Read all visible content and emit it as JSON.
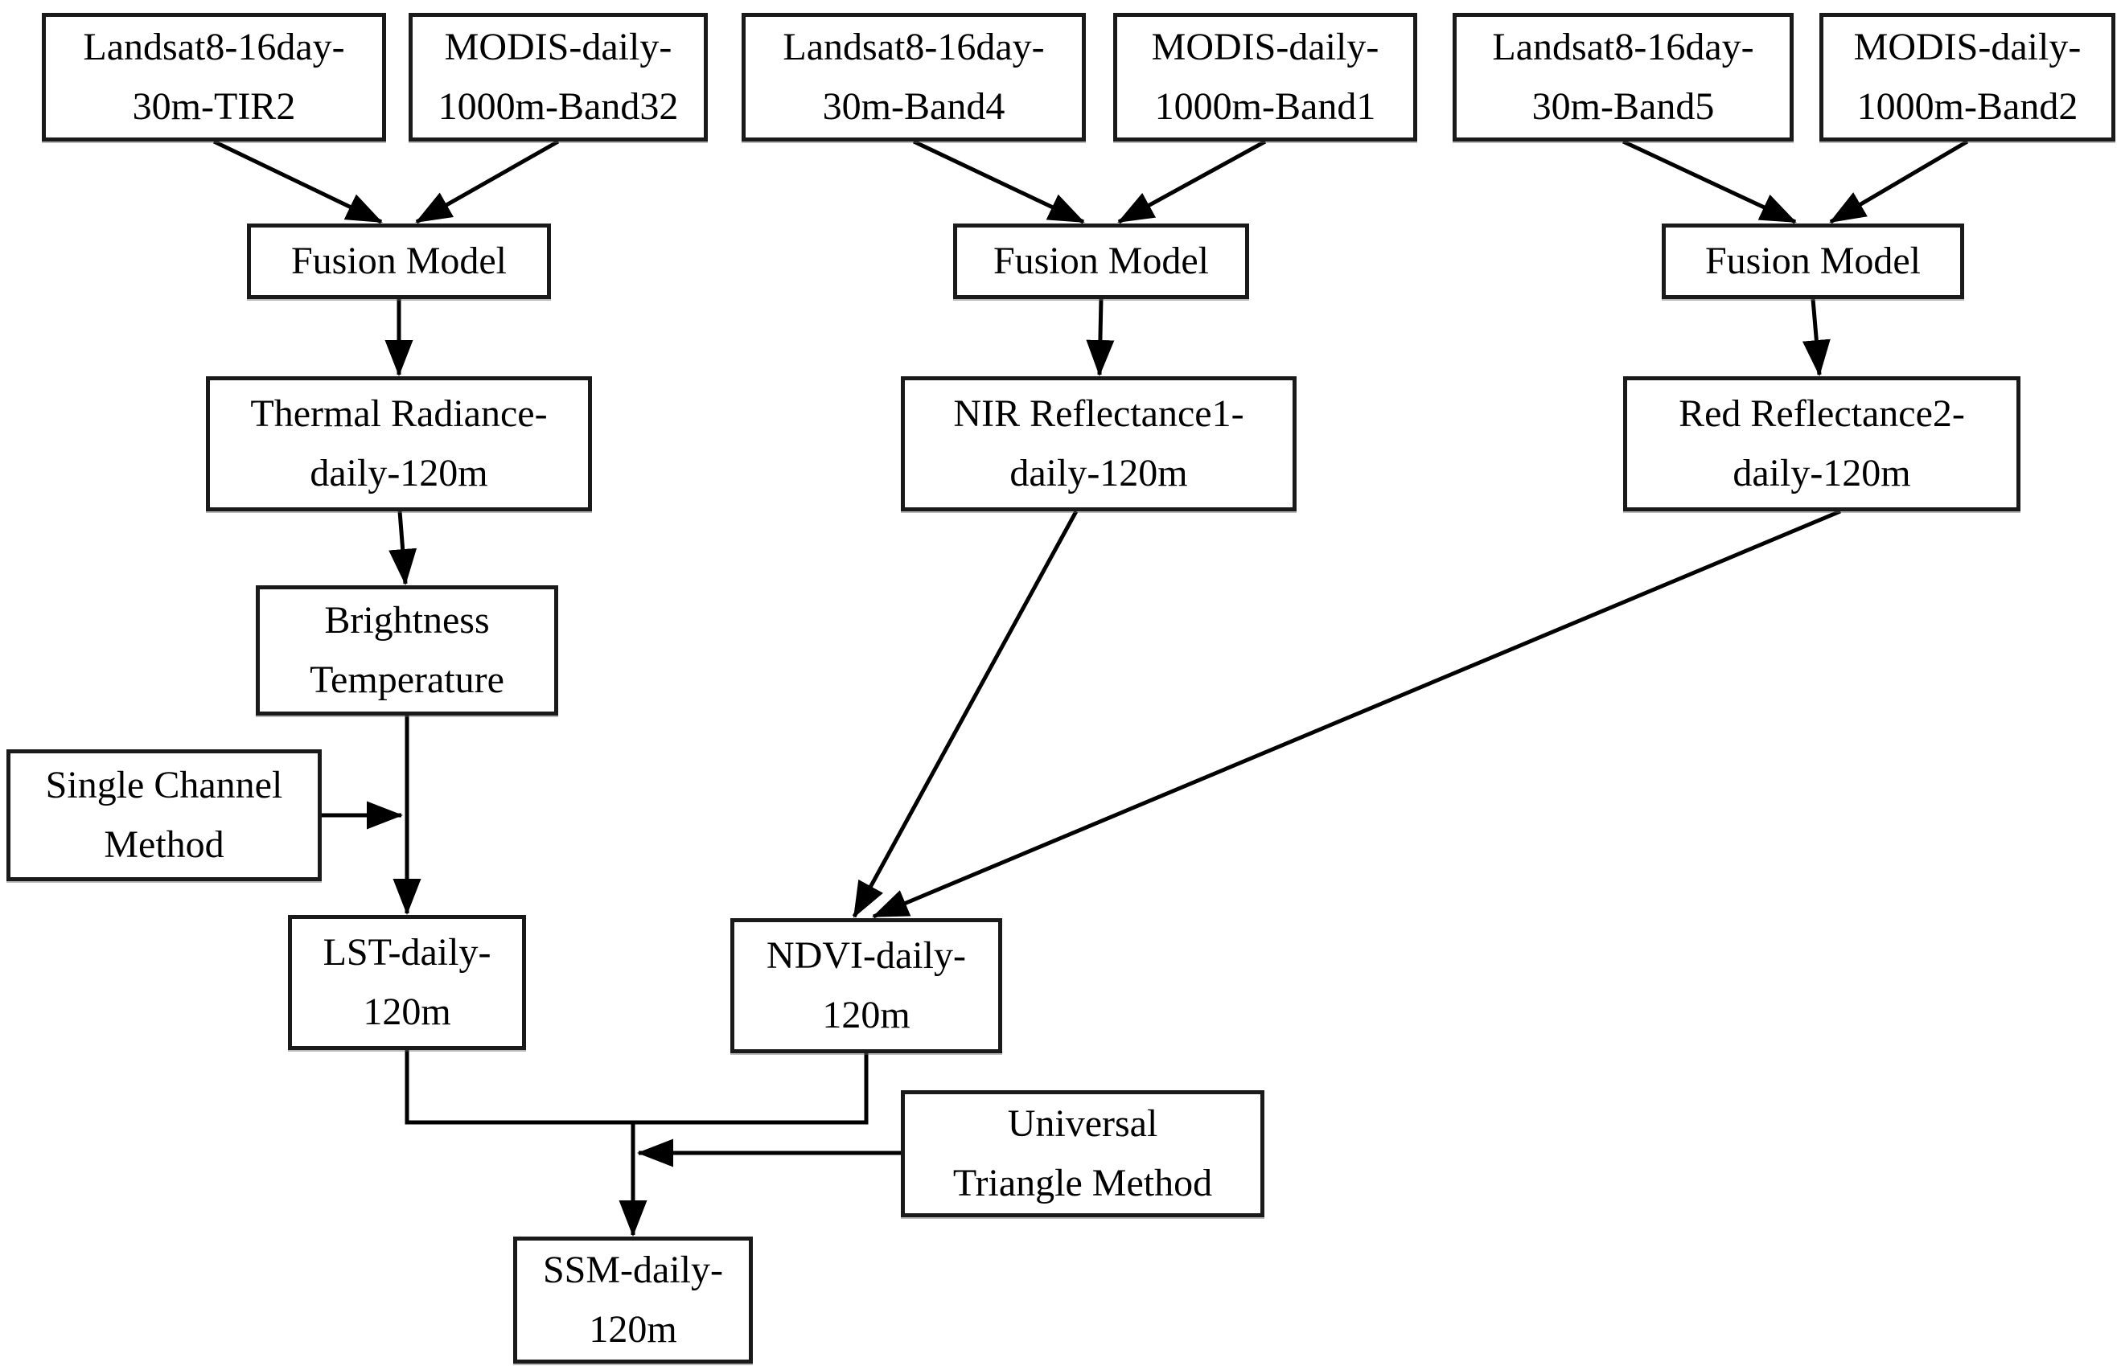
{
  "diagram": {
    "type": "flowchart",
    "description": "Satellite data fusion workflow producing daily 120m surface soil moisture",
    "colors": {
      "background": "#ffffff",
      "box_fill": "#ffffff",
      "box_border": "#1a1a1a",
      "connector": "#000000",
      "text": "#000000"
    },
    "nodes": {
      "landsat_tir2": {
        "line1": "Landsat8-16day-",
        "line2": "30m-TIR2"
      },
      "modis_band32": {
        "line1": "MODIS-daily-",
        "line2": "1000m-Band32"
      },
      "landsat_band4": {
        "line1": "Landsat8-16day-",
        "line2": "30m-Band4"
      },
      "modis_band1": {
        "line1": "MODIS-daily-",
        "line2": "1000m-Band1"
      },
      "landsat_band5": {
        "line1": "Landsat8-16day-",
        "line2": "30m-Band5"
      },
      "modis_band2": {
        "line1": "MODIS-daily-",
        "line2": "1000m-Band2"
      },
      "fusion1": {
        "line1": "Fusion Model"
      },
      "fusion2": {
        "line1": "Fusion Model"
      },
      "fusion3": {
        "line1": "Fusion Model"
      },
      "thermal": {
        "line1": "Thermal Radiance-",
        "line2": "daily-120m"
      },
      "nir": {
        "line1": "NIR Reflectance1-",
        "line2": "daily-120m"
      },
      "red": {
        "line1": "Red Reflectance2-",
        "line2": "daily-120m"
      },
      "brightness": {
        "line1": "Brightness",
        "line2": "Temperature"
      },
      "single_channel": {
        "line1": "Single Channel",
        "line2": "Method"
      },
      "lst": {
        "line1": "LST-daily-",
        "line2": "120m"
      },
      "ndvi": {
        "line1": "NDVI-daily-",
        "line2": "120m"
      },
      "universal": {
        "line1": "Universal",
        "line2": "Triangle Method"
      },
      "ssm": {
        "line1": "SSM-daily-",
        "line2": "120m"
      }
    },
    "edges": [
      {
        "from": "landsat_tir2",
        "to": "fusion1"
      },
      {
        "from": "modis_band32",
        "to": "fusion1"
      },
      {
        "from": "landsat_band4",
        "to": "fusion2"
      },
      {
        "from": "modis_band1",
        "to": "fusion2"
      },
      {
        "from": "landsat_band5",
        "to": "fusion3"
      },
      {
        "from": "modis_band2",
        "to": "fusion3"
      },
      {
        "from": "fusion1",
        "to": "thermal"
      },
      {
        "from": "fusion2",
        "to": "nir"
      },
      {
        "from": "fusion3",
        "to": "red"
      },
      {
        "from": "thermal",
        "to": "brightness"
      },
      {
        "from": "brightness",
        "to": "lst"
      },
      {
        "from": "single_channel",
        "to": "brightness-to-lst-line"
      },
      {
        "from": "nir",
        "to": "ndvi"
      },
      {
        "from": "red",
        "to": "ndvi"
      },
      {
        "from": "lst",
        "to": "ssm"
      },
      {
        "from": "ndvi",
        "to": "ssm"
      },
      {
        "from": "universal",
        "to": "merge-to-ssm-line"
      }
    ]
  }
}
